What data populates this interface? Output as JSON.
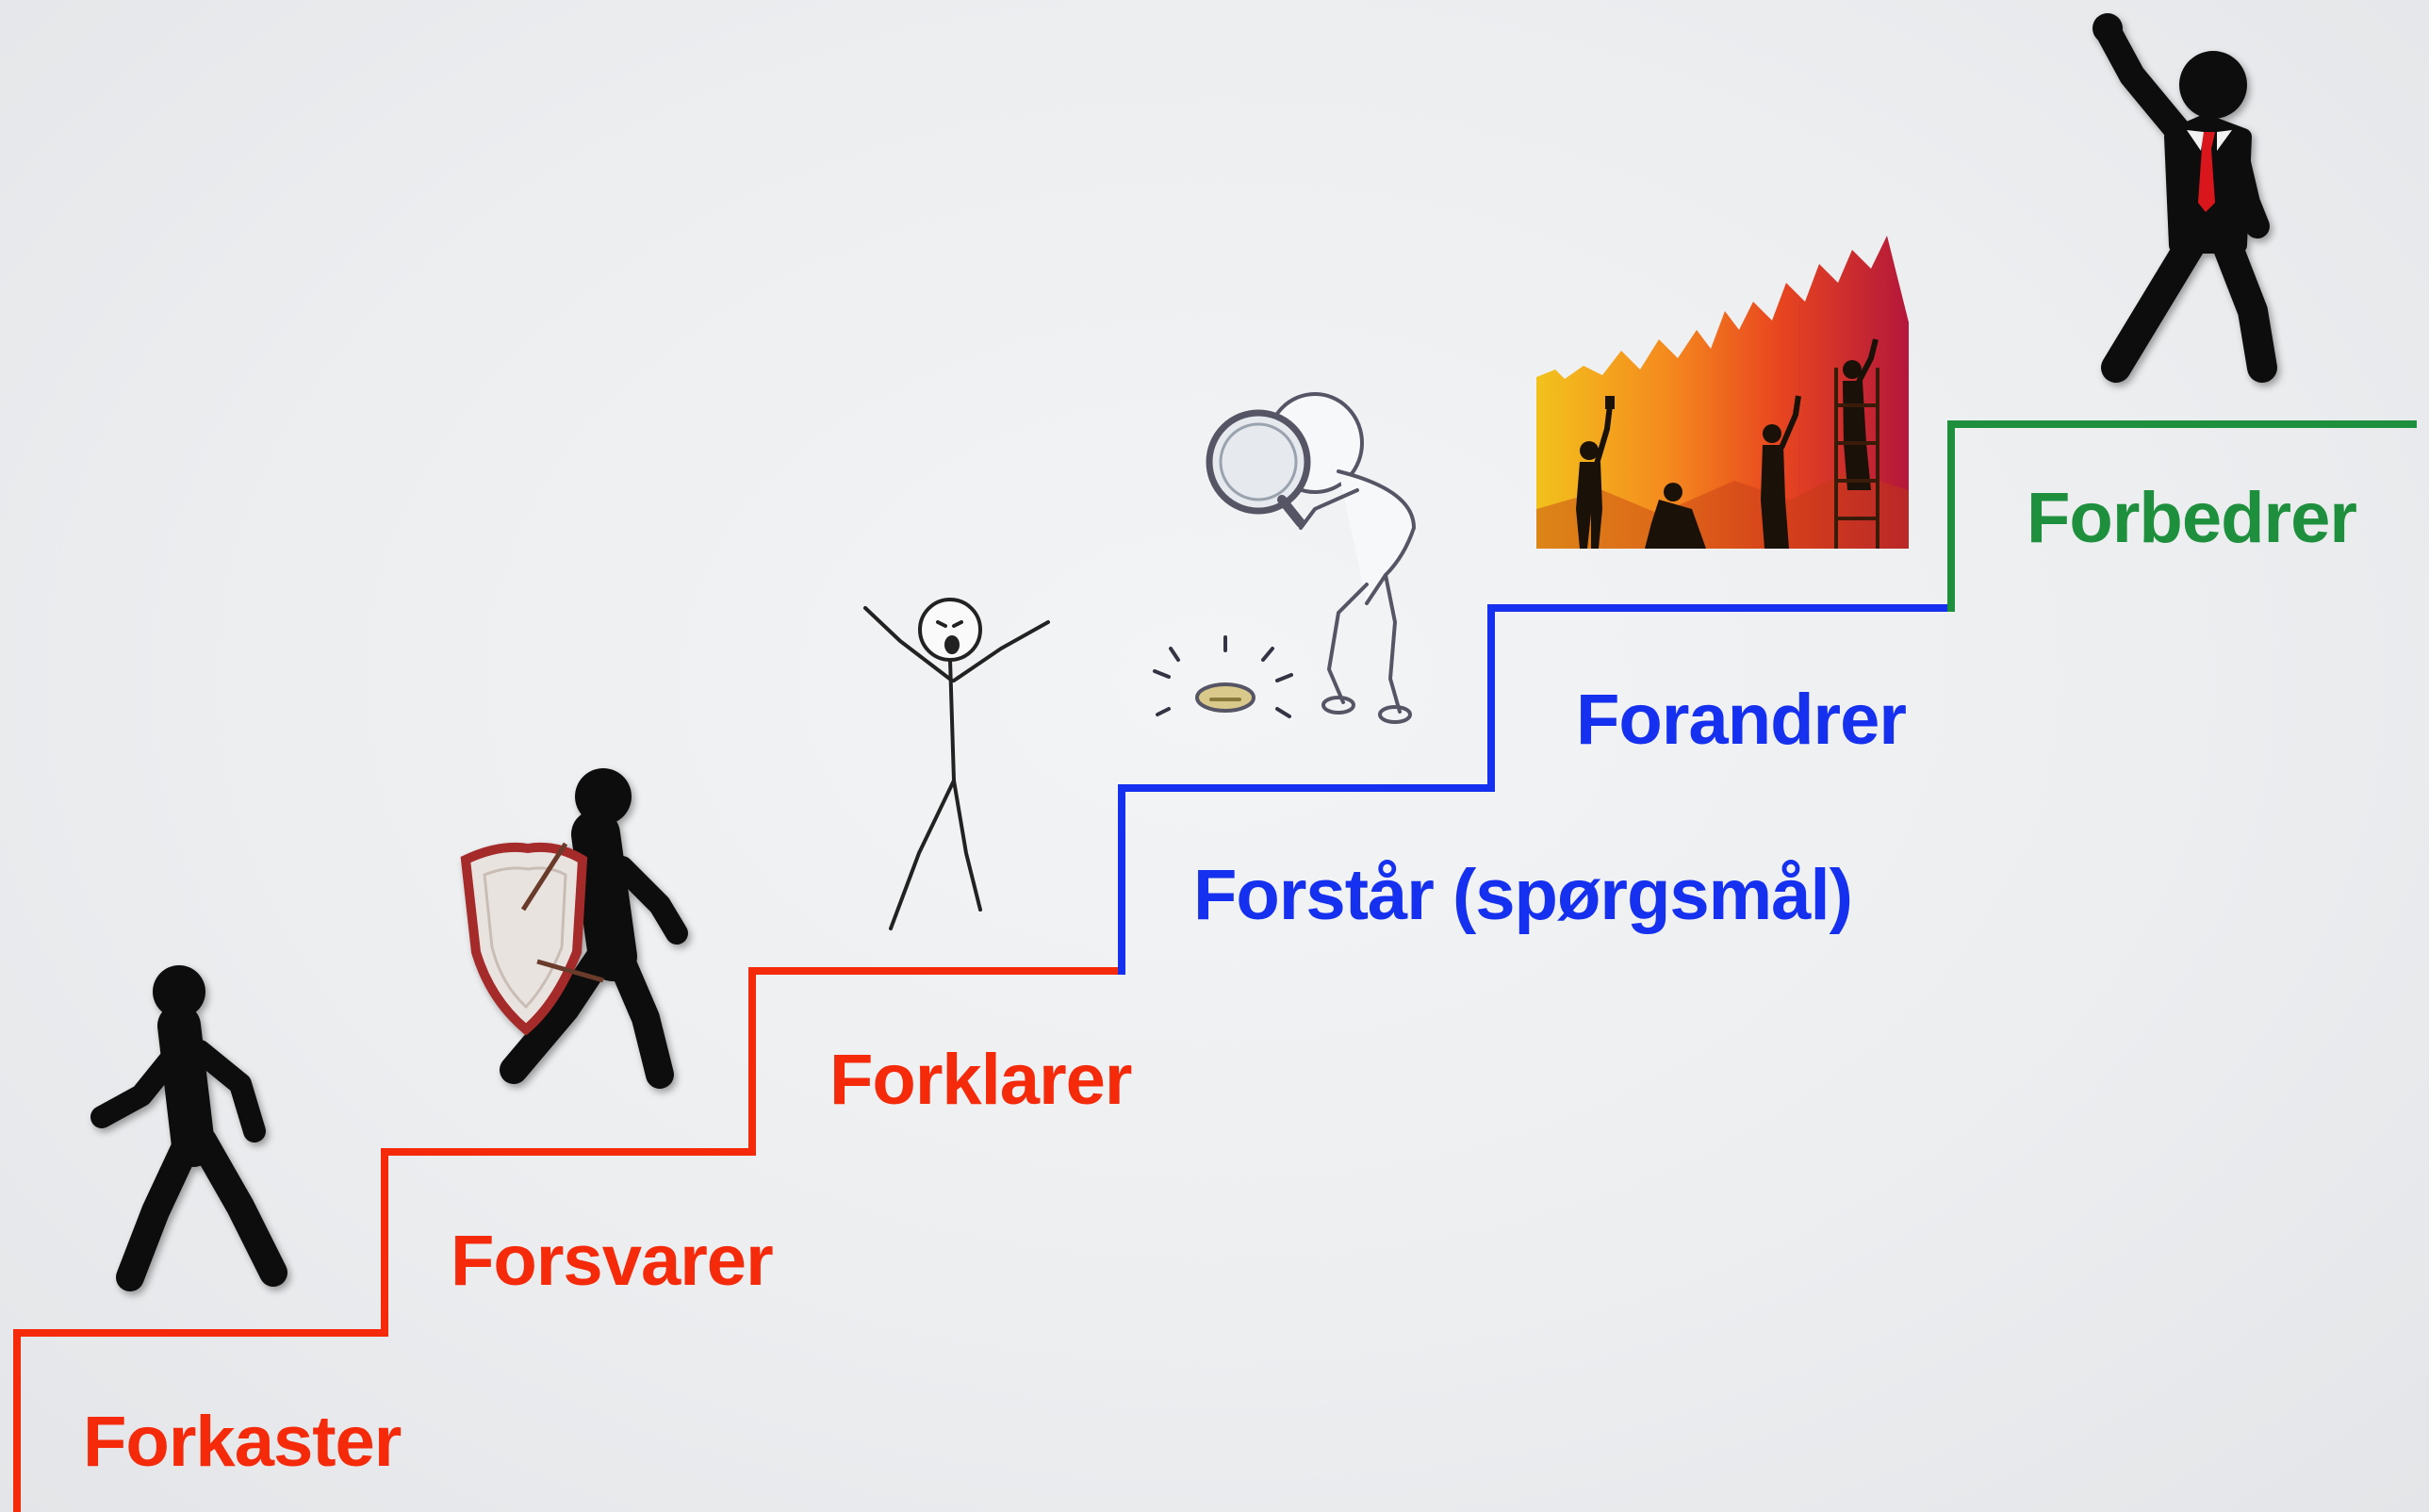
{
  "colors": {
    "red": "#f52a0a",
    "blue": "#1530ee",
    "green": "#1e8f3c",
    "figure": "#111111"
  },
  "steps": [
    {
      "label": "Forkaster",
      "color": "#f52a0a",
      "icon": "walking-person-icon"
    },
    {
      "label": "Forsvarer",
      "color": "#f52a0a",
      "icon": "person-with-shield-icon"
    },
    {
      "label": "Forklarer",
      "color": "#f52a0a",
      "icon": "shouting-stick-figure-icon"
    },
    {
      "label": "Forstår (spørgsmål)",
      "color": "#1530ee",
      "icon": "magnifying-glass-figure-icon"
    },
    {
      "label": "Forandrer",
      "color": "#1530ee",
      "icon": "workers-painting-wall-icon"
    },
    {
      "label": "Forbedrer",
      "color": "#1e8f3c",
      "icon": "victorious-businessman-icon"
    }
  ]
}
